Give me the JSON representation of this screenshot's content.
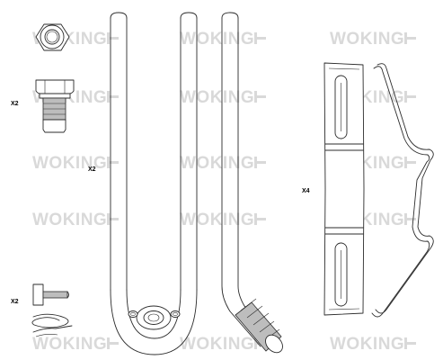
{
  "watermark": {
    "text": "WOKING"
  },
  "quantities": {
    "bolt": "X2",
    "guide_pin": "X2",
    "small_pin": "X2",
    "clip": "X4"
  }
}
